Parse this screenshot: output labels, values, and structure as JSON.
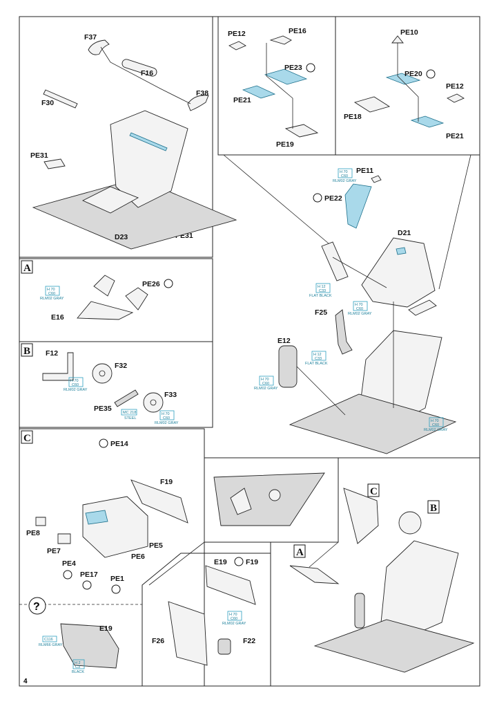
{
  "page_number": "4",
  "section_labels": {
    "a": "A",
    "b": "B",
    "c": "C",
    "optional": "?"
  },
  "top_left": {
    "parts": [
      "F37",
      "F16",
      "F38",
      "F30",
      "PE31",
      "PE31",
      "D23"
    ]
  },
  "top_middle": {
    "parts": [
      "PE12",
      "PE16",
      "PE23",
      "PE21",
      "PE19"
    ]
  },
  "top_right": {
    "parts": [
      "PE10",
      "PE20",
      "PE12",
      "PE18",
      "PE21"
    ]
  },
  "seat_assembly": {
    "parts": [
      "PE11",
      "PE22",
      "D21",
      "F25",
      "E12"
    ],
    "color_codes": [
      {
        "code1": "H 70",
        "code2": "C60",
        "name": "RLM02 GRAY"
      },
      {
        "code1": "H 12",
        "code2": "C33",
        "name": "FLAT BLACK"
      },
      {
        "code1": "H 70",
        "code2": "C60",
        "name": "RLM02 GRAY"
      },
      {
        "code1": "H 12",
        "code2": "C33",
        "name": "FLAT BLACK"
      },
      {
        "code1": "H 70",
        "code2": "C60",
        "name": "RLM02 GRAY"
      },
      {
        "code1": "H 70",
        "code2": "C60",
        "name": "RLM02 GRAY"
      }
    ]
  },
  "section_a": {
    "parts": [
      "PE26",
      "E16"
    ],
    "color": {
      "code1": "H 70",
      "code2": "C60",
      "name": "RLM02 GRAY"
    }
  },
  "section_b": {
    "parts": [
      "F12",
      "F32",
      "F33",
      "PE35"
    ],
    "colors": [
      {
        "code1": "H 70",
        "code2": "C60",
        "name": "RLM02 GRAY"
      },
      {
        "code1": "MC 218",
        "code2": "",
        "name": "STEEL"
      },
      {
        "code1": "H 70",
        "code2": "C60",
        "name": "RLM02 GRAY"
      }
    ]
  },
  "section_c": {
    "parts": [
      "PE14",
      "F19",
      "PE8",
      "PE7",
      "PE4",
      "PE17",
      "PE1",
      "PE6",
      "PE5"
    ]
  },
  "optional_section": {
    "part": "E19",
    "colors": [
      {
        "code1": "C116",
        "code2": "",
        "name": "RLM66 GRAY"
      },
      {
        "code1": "H 2",
        "code2": "C3",
        "name": "BLACK"
      }
    ]
  },
  "alt_panel": {
    "header_a": "E19",
    "header_b": "F19",
    "parts": [
      "F26",
      "F22"
    ],
    "color": {
      "code1": "H 70",
      "code2": "C60",
      "name": "RLM02 GRAY"
    }
  }
}
